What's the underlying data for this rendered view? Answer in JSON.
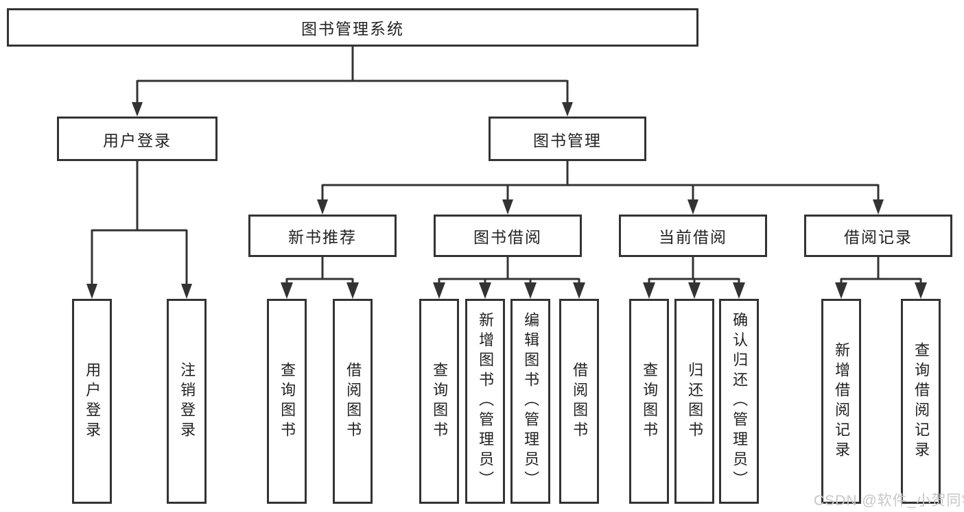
{
  "watermark": "CSDN @软件_小贺同学",
  "colors": {
    "line": "#333333",
    "box_border": "#333333",
    "text": "#222222",
    "watermark": "#c7c7c7",
    "background": "#ffffff"
  },
  "diagram": {
    "root": {
      "label": "图书管理系统"
    },
    "level2": [
      {
        "label": "用户登录",
        "parent": "图书管理系统"
      },
      {
        "label": "图书管理",
        "parent": "图书管理系统"
      }
    ],
    "level3": [
      {
        "label": "新书推荐",
        "parent": "图书管理"
      },
      {
        "label": "图书借阅",
        "parent": "图书管理"
      },
      {
        "label": "当前借阅",
        "parent": "图书管理"
      },
      {
        "label": "借阅记录",
        "parent": "图书管理"
      }
    ],
    "leaves": [
      {
        "label": "用户登录",
        "parent": "用户登录"
      },
      {
        "label": "注销登录",
        "parent": "用户登录"
      },
      {
        "label": "查询图书",
        "parent": "新书推荐"
      },
      {
        "label": "借阅图书",
        "parent": "新书推荐"
      },
      {
        "label": "查询图书",
        "parent": "图书借阅"
      },
      {
        "label": "新增图书（管理员）",
        "parent": "图书借阅"
      },
      {
        "label": "编辑图书（管理员）",
        "parent": "图书借阅"
      },
      {
        "label": "借阅图书",
        "parent": "图书借阅"
      },
      {
        "label": "查询图书",
        "parent": "当前借阅"
      },
      {
        "label": "归还图书",
        "parent": "当前借阅"
      },
      {
        "label": "确认归还（管理员）",
        "parent": "当前借阅"
      },
      {
        "label": "新增借阅记录",
        "parent": "借阅记录"
      },
      {
        "label": "查询借阅记录",
        "parent": "借阅记录"
      }
    ]
  }
}
